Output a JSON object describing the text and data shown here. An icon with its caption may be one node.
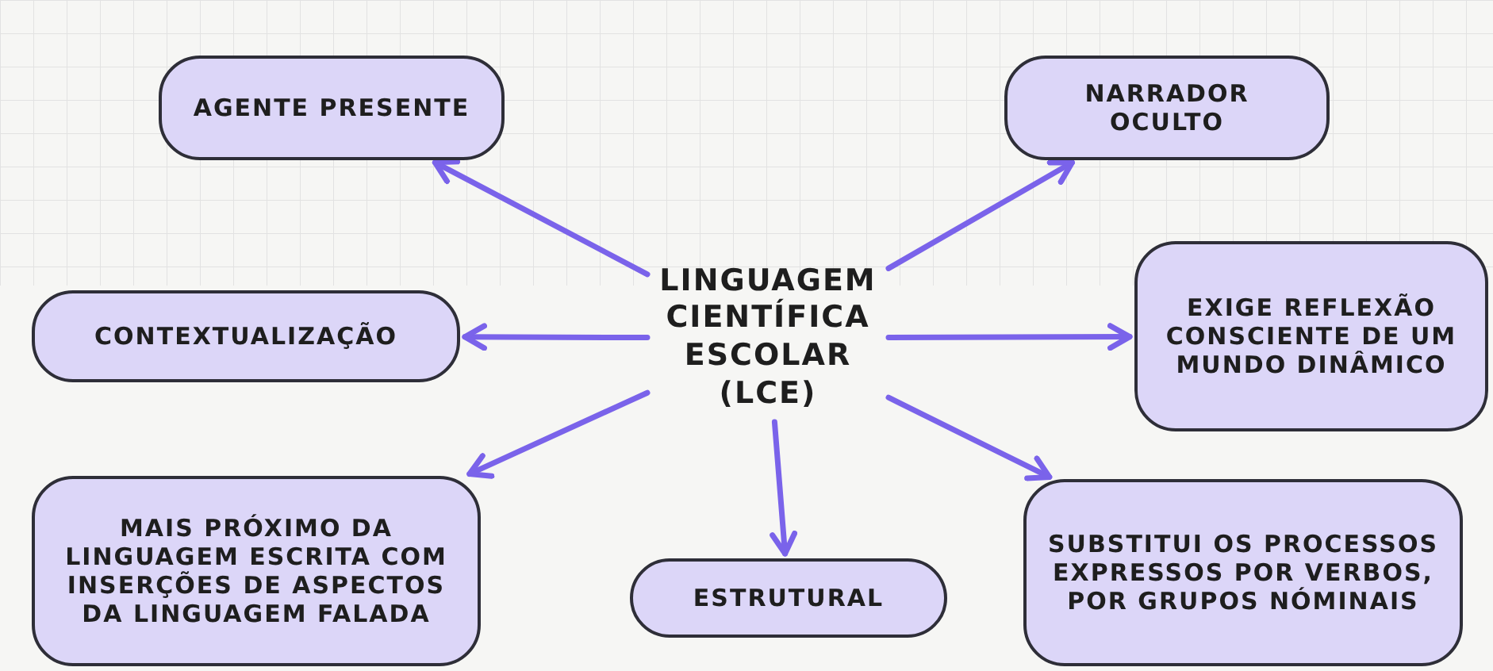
{
  "diagram": {
    "nodes": [
      {
        "text": [
          "LINGUAGEM CIENTÍFICA ESCOLAR (LCE)"
        ]
      },
      {
        "text": [
          "AGENTE PRESENTE"
        ]
      },
      {
        "text": [
          "NARRADOR OCULTO"
        ]
      },
      {
        "text": [
          "CONTEXTUALIZAÇÃO"
        ]
      },
      {
        "text": [
          "EXIGE REFLEXÃO CONSCIENTE DE UM MUNDO DINÂMICO"
        ]
      },
      {
        "text": [
          "MAIS PRÓXIMO DA LINGUAGEM ESCRITA COM INSERÇÕES DE ASPECTOS DA LINGUAGEM FALADA"
        ]
      },
      {
        "text": [
          "ESTRUTURAL"
        ]
      },
      {
        "text": [
          "SUBSTITUI OS PROCESSOS EXPRESSOS POR VERBOS, POR GRUPOS NÓMINAIS"
        ]
      }
    ],
    "edges": [
      {
        "from": 0,
        "to": 1,
        "arrow": "to"
      },
      {
        "from": 0,
        "to": 2,
        "arrow": "to"
      },
      {
        "from": 0,
        "to": 3,
        "arrow": "to"
      },
      {
        "from": 0,
        "to": 4,
        "arrow": "to"
      },
      {
        "from": 0,
        "to": 5,
        "arrow": "to"
      },
      {
        "from": 0,
        "to": 6,
        "arrow": "to"
      },
      {
        "from": 0,
        "to": 7,
        "arrow": "to"
      }
    ]
  }
}
